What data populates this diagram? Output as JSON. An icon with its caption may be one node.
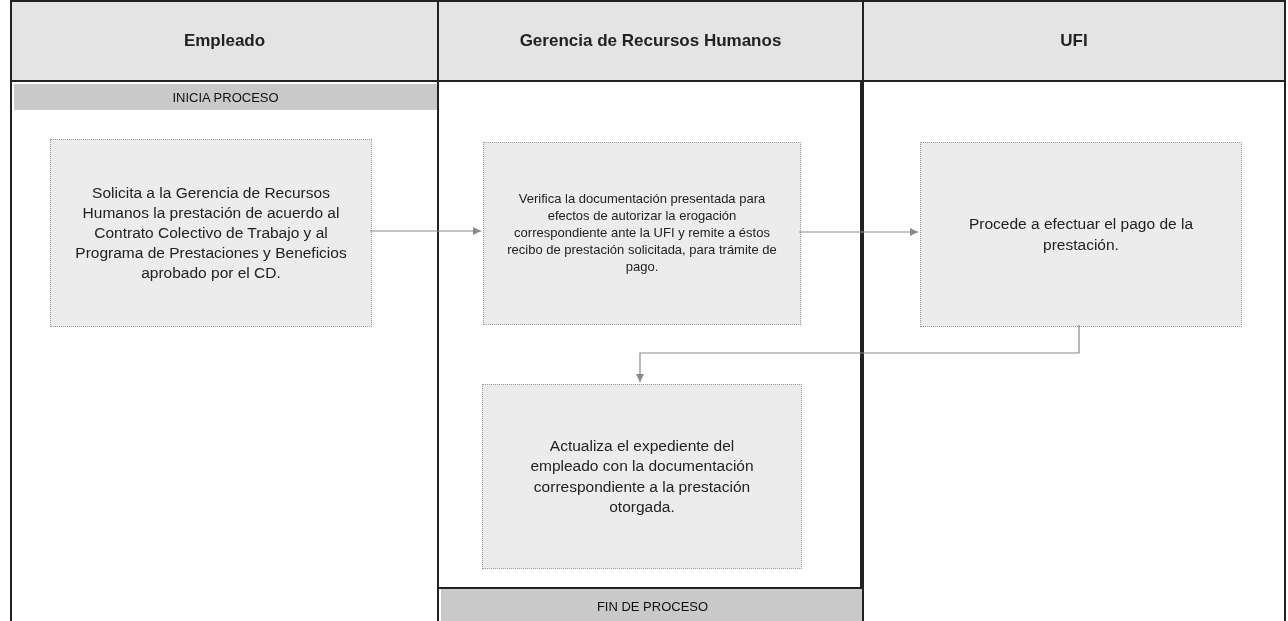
{
  "diagram": {
    "nodes": [
      {
        "text": [
          "Empleado"
        ]
      },
      {
        "text": [
          "Gerencia de Recursos Humanos"
        ]
      },
      {
        "text": [
          "UFI"
        ]
      },
      {
        "text": [
          "INICIA PROCESO"
        ],
        "in": 0
      },
      {
        "text": [
          "Solicita a la Gerencia de Recursos Humanos la prestación de acuerdo al Contrato Colectivo de Trabajo y al Programa de Prestaciones y Beneficios aprobado por el CD."
        ],
        "in": 0
      },
      {
        "text": [
          "Verifica la documentación presentada para efectos de autorizar la erogación correspondiente ante la UFI y remite a éstos recibo de prestación solicitada, para trámite de pago."
        ],
        "in": 1
      },
      {
        "text": [
          "Procede a efectuar el pago de la prestación."
        ],
        "in": 2
      },
      {
        "text": [
          "Actualiza el expediente del empleado con la documentación correspondiente a la prestación otorgada."
        ],
        "in": 1
      },
      {
        "text": [
          "FIN DE PROCESO"
        ],
        "in": 1
      }
    ],
    "edges": [
      {
        "from": 4,
        "to": 5,
        "arrow": "to"
      },
      {
        "from": 5,
        "to": 6,
        "arrow": "to"
      },
      {
        "from": 6,
        "to": 7,
        "arrow": "to"
      }
    ]
  }
}
